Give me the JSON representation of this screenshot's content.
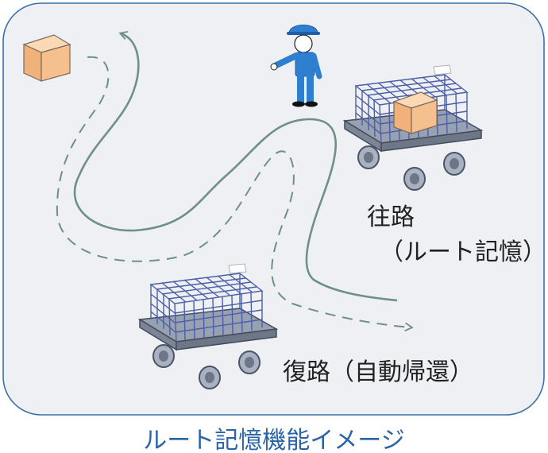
{
  "labels": {
    "outbound_title": "往路",
    "outbound_sub": "（ルート記憶）",
    "return_label": "復路（自動帰還）",
    "caption": "ルート記憶機能イメージ"
  },
  "colors": {
    "panel_bg": "#eef0f3",
    "panel_border": "#3d6fa8",
    "route_line": "#6f8f8a",
    "cart_frame": "#4a5fa8",
    "cart_base": "#8e97a6",
    "box_face": "#f6c08e",
    "worker_blue": "#2f7fd1",
    "caption_text": "#2a64a8"
  },
  "icons": {
    "box": "cardboard-box-icon",
    "worker": "worker-icon",
    "cart": "cage-cart-icon"
  }
}
